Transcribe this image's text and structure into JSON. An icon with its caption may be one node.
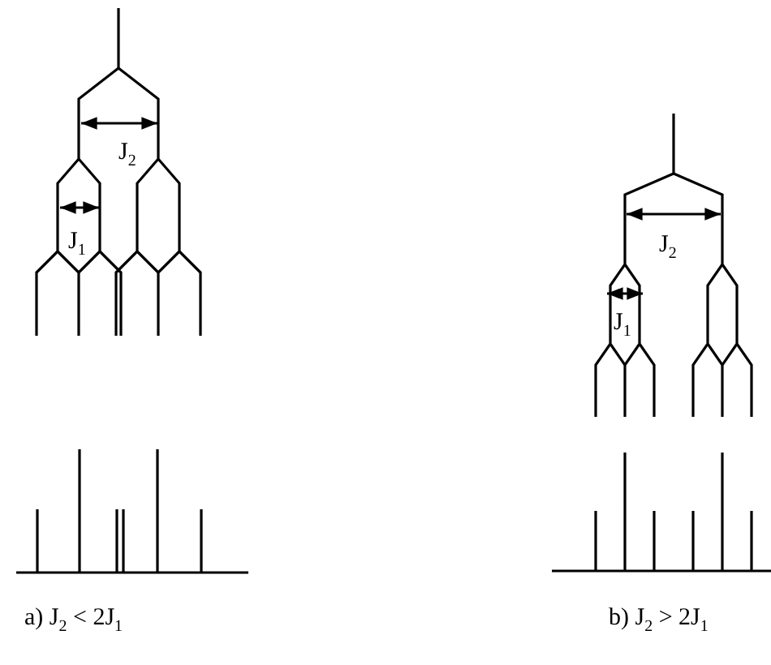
{
  "diagram": {
    "labels": [
      "J$_{2}$",
      "J$_{1}$",
      "a) J$_{2}$ < 2J$_{1}$",
      "J$_{2}$",
      "J$_{1}$",
      "b) J$_{2}$ > 2J$_{1}$"
    ]
  }
}
